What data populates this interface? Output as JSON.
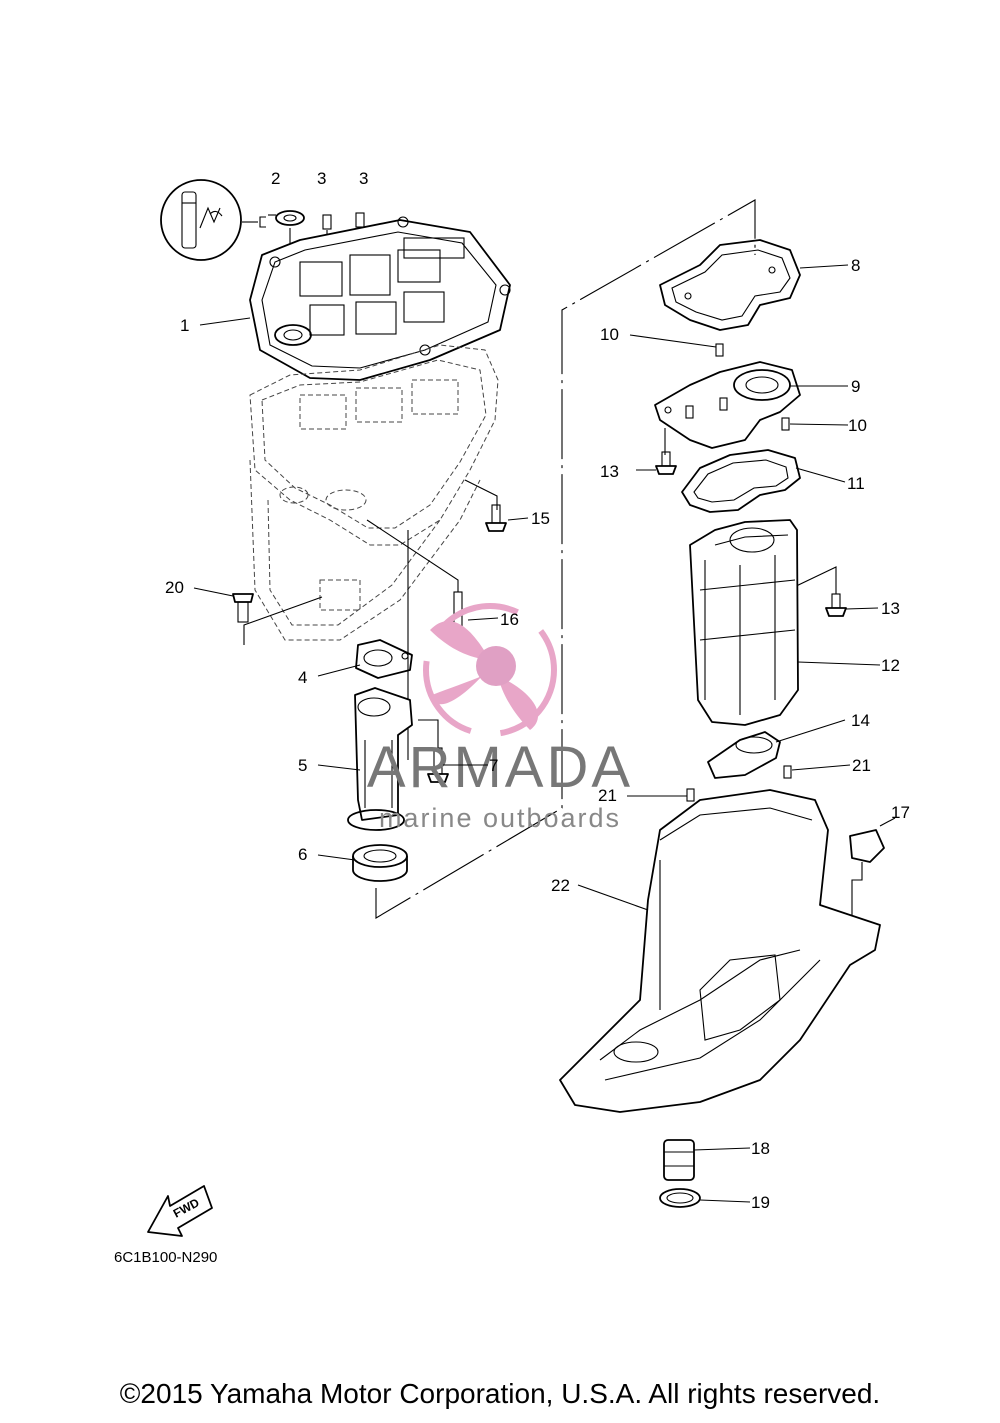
{
  "diagram_code": "6C1B100-N290",
  "copyright": "©2015 Yamaha Motor Corporation, U.S.A. All rights reserved.",
  "watermark": {
    "brand": "ARMADA",
    "tagline": "marine outboards",
    "color": "#e8a6c8"
  },
  "fwd_label": "FWD",
  "callouts": {
    "c1": "1",
    "c2": "2",
    "c3a": "3",
    "c3b": "3",
    "c4": "4",
    "c5": "5",
    "c6": "6",
    "c7": "7",
    "c8": "8",
    "c9": "9",
    "c10a": "10",
    "c10b": "10",
    "c11": "11",
    "c12": "12",
    "c13a": "13",
    "c13b": "13",
    "c14": "14",
    "c15": "15",
    "c16": "16",
    "c17": "17",
    "c18": "18",
    "c19": "19",
    "c20": "20",
    "c21a": "21",
    "c21b": "21",
    "c22": "22"
  }
}
